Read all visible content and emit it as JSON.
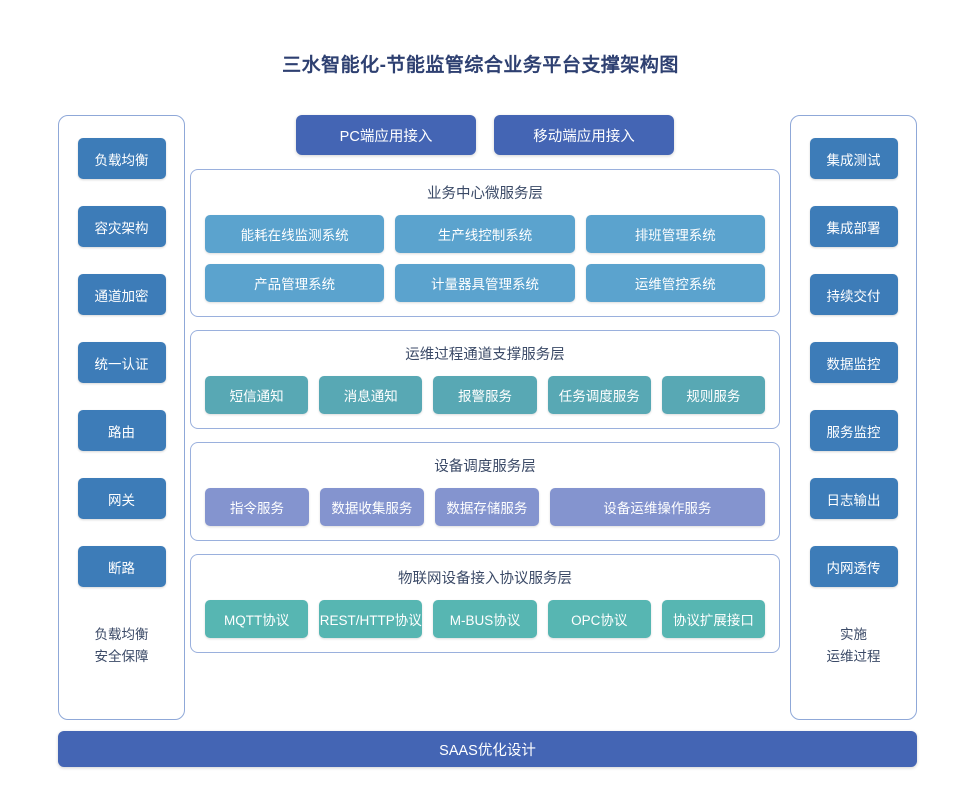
{
  "title": "三水智能化-节能监管综合业务平台支撑架构图",
  "colors": {
    "title_text": "#2e4071",
    "side_button": "#3d7cb8",
    "access_button": "#4465b4",
    "business_layer_chip": "#5ba3ce",
    "ops_layer_chip": "#58a8b4",
    "device_layer_chip": "#8494cf",
    "iot_layer_chip": "#57b6b2",
    "panel_border": "#9ab0dd",
    "saas_bar": "#4465b4",
    "background": "#ffffff"
  },
  "left_column": {
    "items": [
      {
        "label": "负载均衡"
      },
      {
        "label": "容灾架构"
      },
      {
        "label": "通道加密"
      },
      {
        "label": "统一认证"
      },
      {
        "label": "路由"
      },
      {
        "label": "网关"
      },
      {
        "label": "断路"
      }
    ],
    "footer": [
      {
        "label": "负载均衡"
      },
      {
        "label": "安全保障"
      }
    ]
  },
  "right_column": {
    "items": [
      {
        "label": "集成测试"
      },
      {
        "label": "集成部署"
      },
      {
        "label": "持续交付"
      },
      {
        "label": "数据监控"
      },
      {
        "label": "服务监控"
      },
      {
        "label": "日志输出"
      },
      {
        "label": "内网透传"
      }
    ],
    "footer": [
      {
        "label": "实施"
      },
      {
        "label": "运维过程"
      }
    ]
  },
  "access": {
    "buttons": [
      {
        "label": "PC端应用接入"
      },
      {
        "label": "移动端应用接入"
      }
    ]
  },
  "layers": [
    {
      "key": "business",
      "title": "业务中心微服务层",
      "rows": [
        [
          {
            "label": "能耗在线监测系统"
          },
          {
            "label": "生产线控制系统"
          },
          {
            "label": "排班管理系统"
          }
        ],
        [
          {
            "label": "产品管理系统"
          },
          {
            "label": "计量器具管理系统"
          },
          {
            "label": "运维管控系统"
          }
        ]
      ]
    },
    {
      "key": "ops",
      "title": "运维过程通道支撑服务层",
      "rows": [
        [
          {
            "label": "短信通知"
          },
          {
            "label": "消息通知"
          },
          {
            "label": "报警服务"
          },
          {
            "label": "任务调度服务"
          },
          {
            "label": "规则服务"
          }
        ]
      ]
    },
    {
      "key": "device",
      "title": "设备调度服务层",
      "rows": [
        [
          {
            "label": "指令服务"
          },
          {
            "label": "数据收集服务"
          },
          {
            "label": "数据存储服务"
          },
          {
            "label": "设备运维操作服务"
          }
        ]
      ]
    },
    {
      "key": "iot",
      "title": "物联网设备接入协议服务层",
      "rows": [
        [
          {
            "label": "MQTT协议"
          },
          {
            "label": "REST/HTTP协议"
          },
          {
            "label": "M-BUS协议"
          },
          {
            "label": "OPC协议"
          },
          {
            "label": "协议扩展接口"
          }
        ]
      ]
    }
  ],
  "saas_bar": {
    "label": "SAAS优化设计"
  }
}
